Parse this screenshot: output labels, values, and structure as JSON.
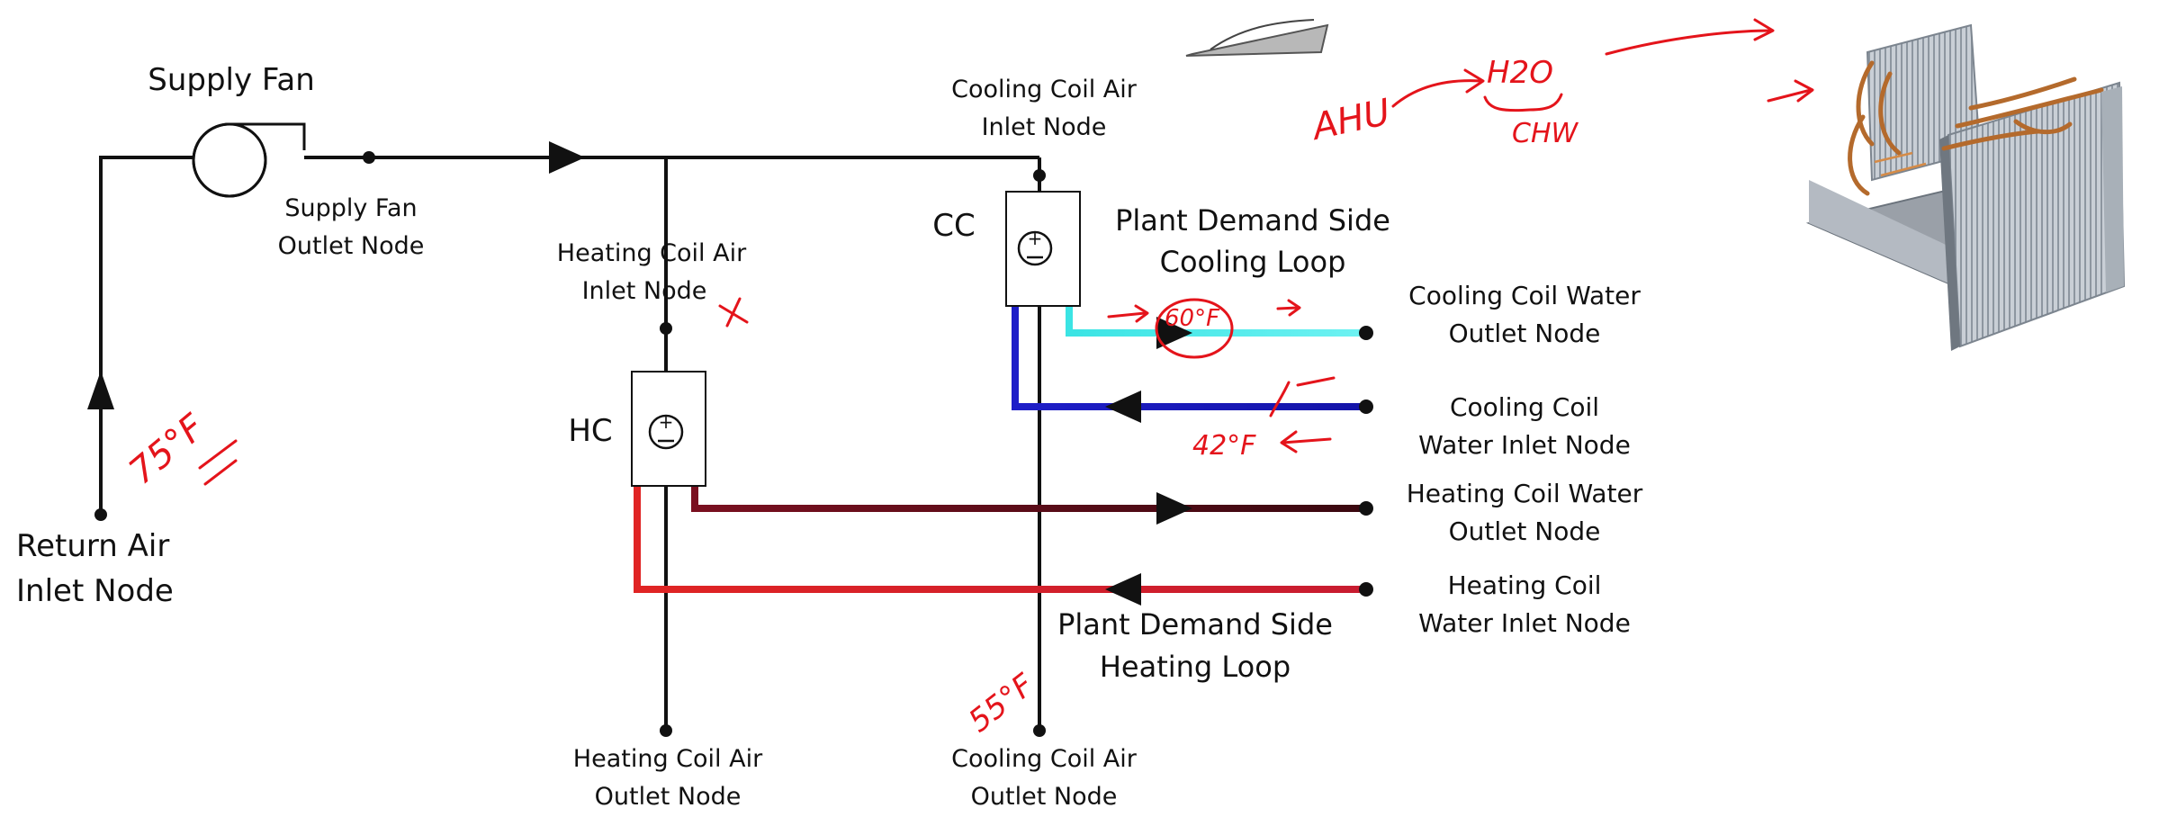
{
  "labels": {
    "supply_fan": "Supply Fan",
    "supply_fan_outlet": [
      "Supply Fan",
      "Outlet Node"
    ],
    "cooling_coil_air_inlet": [
      "Cooling Coil Air",
      "Inlet Node"
    ],
    "heating_coil_air_inlet": [
      "Heating Coil Air",
      "Inlet Node"
    ],
    "cc": "CC",
    "hc": "HC",
    "plant_cooling_loop": [
      "Plant Demand Side",
      "Cooling Loop"
    ],
    "plant_heating_loop": [
      "Plant Demand Side",
      "Heating Loop"
    ],
    "cooling_coil_water_outlet": [
      "Cooling Coil Water",
      "Outlet Node"
    ],
    "cooling_coil_water_inlet": [
      "Cooling Coil",
      "Water Inlet Node"
    ],
    "heating_coil_water_outlet": [
      "Heating Coil Water",
      "Outlet Node"
    ],
    "heating_coil_water_inlet": [
      "Heating Coil",
      "Water Inlet Node"
    ],
    "return_air_inlet": [
      "Return Air",
      "Inlet Node"
    ],
    "heating_coil_air_outlet": [
      "Heating Coil Air",
      "Outlet Node"
    ],
    "cooling_coil_air_outlet": [
      "Cooling Coil Air",
      "Outlet Node"
    ]
  },
  "annotations": {
    "ahu": "AHU",
    "h2o": "H2O",
    "chw": "CHW",
    "temp_60": "60°F",
    "temp_42": "42°F",
    "temp_75": "75°F",
    "temp_55": "55°F"
  },
  "colors": {
    "chilled_supply": "#3be4e4",
    "chilled_return": "#1414c8",
    "hot_supply": "#e02424",
    "hot_return": "#7a1020",
    "ink": "#e4141b"
  },
  "icons": [
    "fan-icon",
    "coil-icon",
    "chiller-coil-icon"
  ]
}
